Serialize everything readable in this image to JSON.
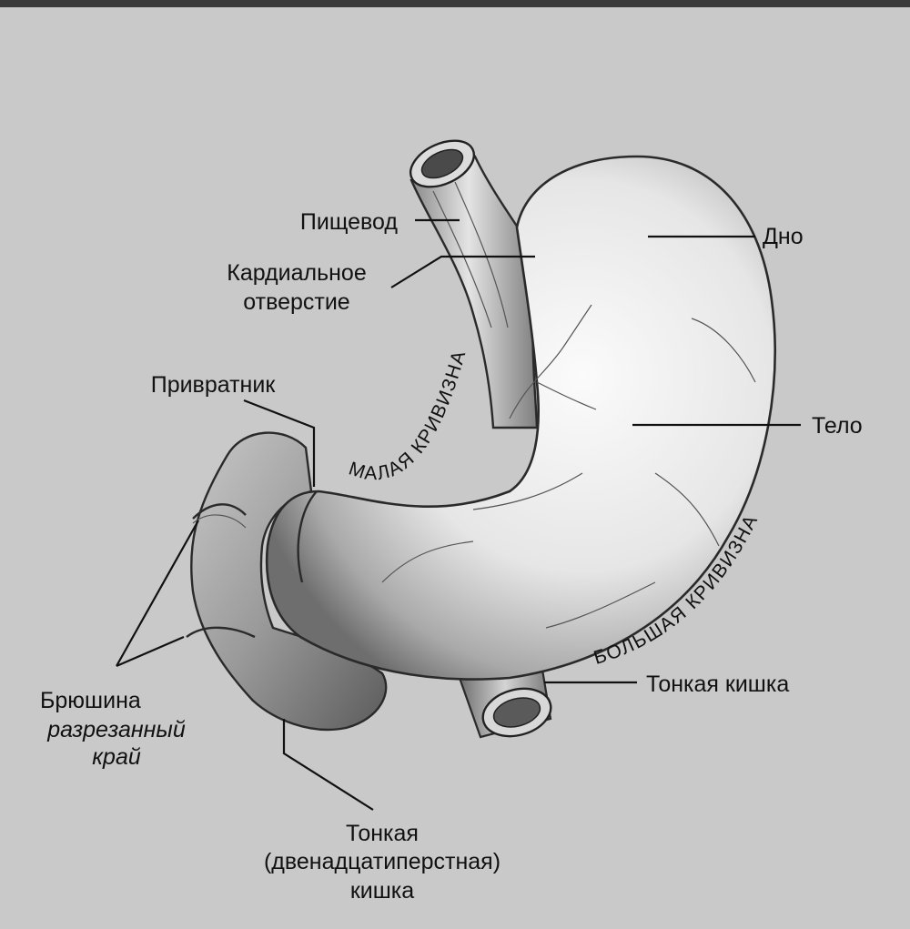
{
  "labels": {
    "esophagus": "Пищевод",
    "cardia_line1": "Кардиальное",
    "cardia_line2": "отверстие",
    "pylorus": "Привратник",
    "fundus": "Дно",
    "body": "Тело",
    "lesser_curvature": "МАЛАЯ КРИВИЗНА",
    "greater_curvature": "БОЛЬШАЯ КРИВИЗНА",
    "small_intestine": "Тонкая кишка",
    "peritoneum": "Брюшина",
    "cut_edge_line1": "разрезанный",
    "cut_edge_line2": "край",
    "duodenum_line1": "Тонкая",
    "duodenum_line2": "(двенадцатиперстная)",
    "duodenum_line3": "кишка"
  },
  "colors": {
    "background": "#c9c9c9",
    "top_bar": "#3a3a3a",
    "text": "#111111"
  }
}
